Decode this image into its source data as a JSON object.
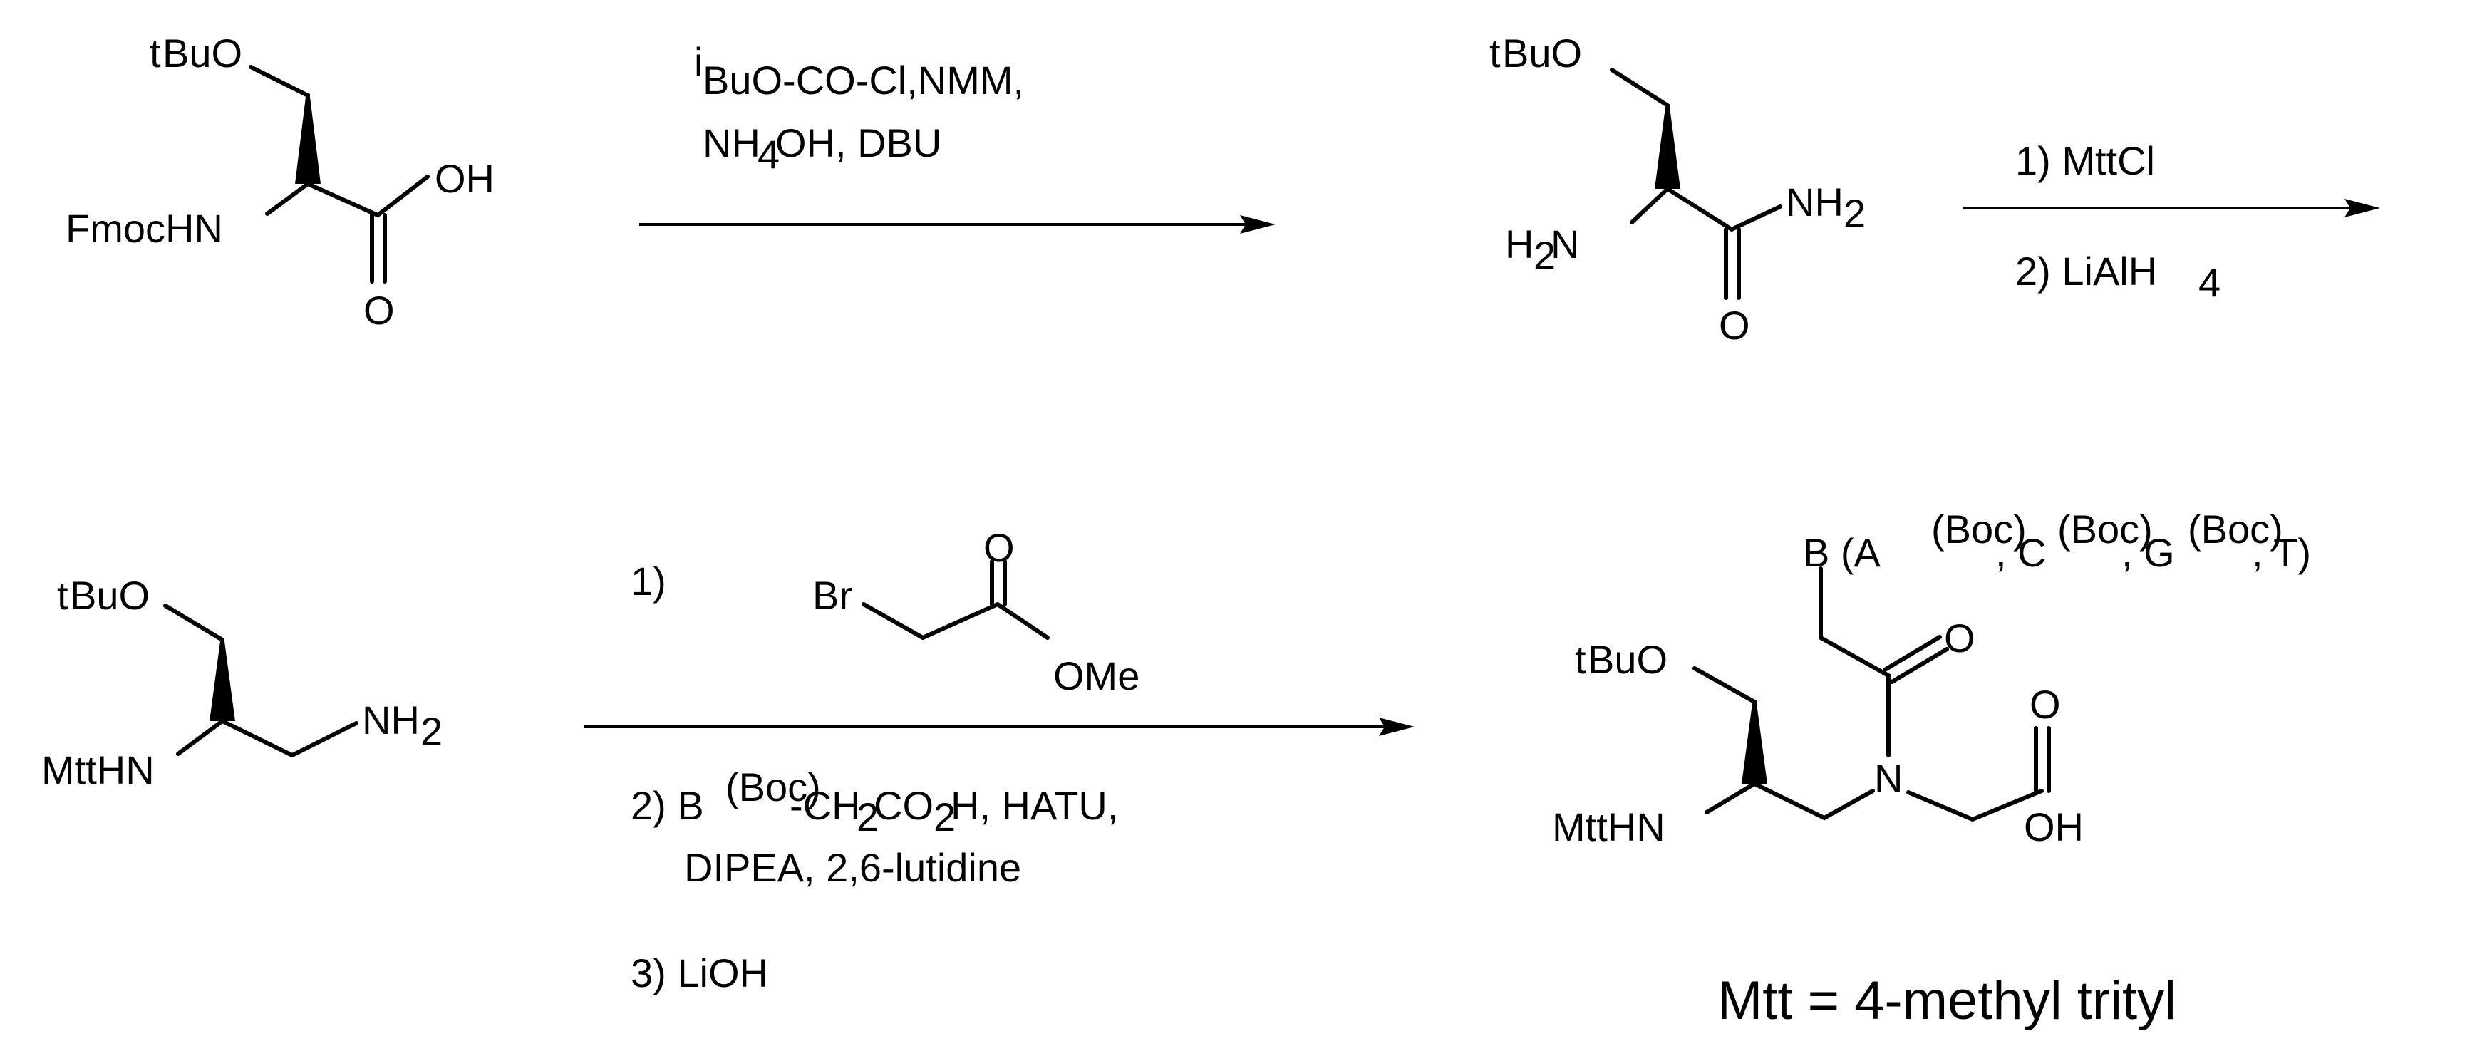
{
  "molecules": {
    "fmoc_ser": {
      "tBuO": "BuO",
      "t": "t",
      "FmocHN": "FmocHN",
      "OH": "OH",
      "O": "O"
    },
    "amide": {
      "tBuO": "BuO",
      "t": "t",
      "H2N_H": "H",
      "H2N_2": "2",
      "H2N_N": "N",
      "NH2_NH": "NH",
      "NH2_2": "2",
      "O": "O"
    },
    "diamine": {
      "tBuO": "BuO",
      "t": "t",
      "MttHN": "MttHN",
      "NH2_NH": "NH",
      "NH2_2": "2"
    },
    "bromoacetate": {
      "Br": "Br",
      "O": "O",
      "OMe": "OMe"
    },
    "product": {
      "tBuO": "BuO",
      "t": "t",
      "MttHN": "MttHN",
      "N": "N",
      "O_amide": "O",
      "O_acid": "O",
      "OH": "OH",
      "B": "B (A",
      "boc": "(Boc)",
      "comma1": ", C",
      "comma2": ", G",
      "tail": ", T)"
    }
  },
  "reagents": {
    "step1": {
      "i": "i",
      "line1": "BuO-CO-Cl,NMM,",
      "line2_a": "NH",
      "line2_sub": "4",
      "line2_b": "OH, DBU"
    },
    "step2": {
      "line1": "1) MttCl",
      "line2_a": "2) LiAlH",
      "line2_sub": "4"
    },
    "step3": {
      "item1": "1)",
      "item2_a": "2) B",
      "item2_sup": "(Boc)",
      "item2_b": "-CH",
      "item2_sub1": "2",
      "item2_c": "CO",
      "item2_sub2": "2",
      "item2_d": "H, HATU,",
      "item2_line2": "DIPEA, 2,6-lutidine",
      "item3": "3) LiOH"
    }
  },
  "footnote": "Mtt = 4-methyl trityl"
}
